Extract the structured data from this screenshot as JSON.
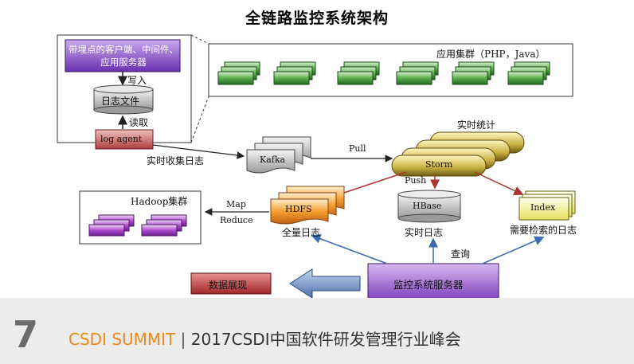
{
  "title": "全链路监控系统架构",
  "client_box": {
    "label": "带埋点的客户端、中间件、应用服务器"
  },
  "write_label": "写入",
  "log_file_label": "日志文件",
  "read_label": "读取",
  "log_agent_label": "log agent",
  "app_cluster_label": "应用集群（PHP，Java）",
  "realtime_collect_label": "实时收集日志",
  "kafka_label": "Kafka",
  "pull_label": "Pull",
  "realtime_stats_label": "实时统计",
  "storm_label": "Storm",
  "push_label": "Push",
  "hadoop_label": "Hadoop集群",
  "map_label": "Map",
  "reduce_label": "Reduce",
  "hdfs_label": "HDFS",
  "full_logs_label": "全量日志",
  "hbase_label": "HBase",
  "realtime_logs_label": "实时日志",
  "index_label": "Index",
  "search_logs_label": "需要检索的日志",
  "query_label": "查询",
  "data_display_label": "数据展现",
  "monitor_server_label": "监控系统服务器",
  "footer": {
    "logo": "7",
    "brand": "CSDI SUMMIT",
    "separator": "|",
    "event": "2017CSDI中国软件研发管理行业峰会"
  },
  "colors": {
    "green": "#2e8b2e",
    "purple": "#7a2fb0",
    "log_agent_red": "#c0504d",
    "arrow_blue": "#4a7ab8",
    "arrow_red": "#b03030",
    "hdfs_orange": "#f0a030",
    "index_yellow": "#f4f080",
    "storm_olive": "#8a7a20"
  }
}
